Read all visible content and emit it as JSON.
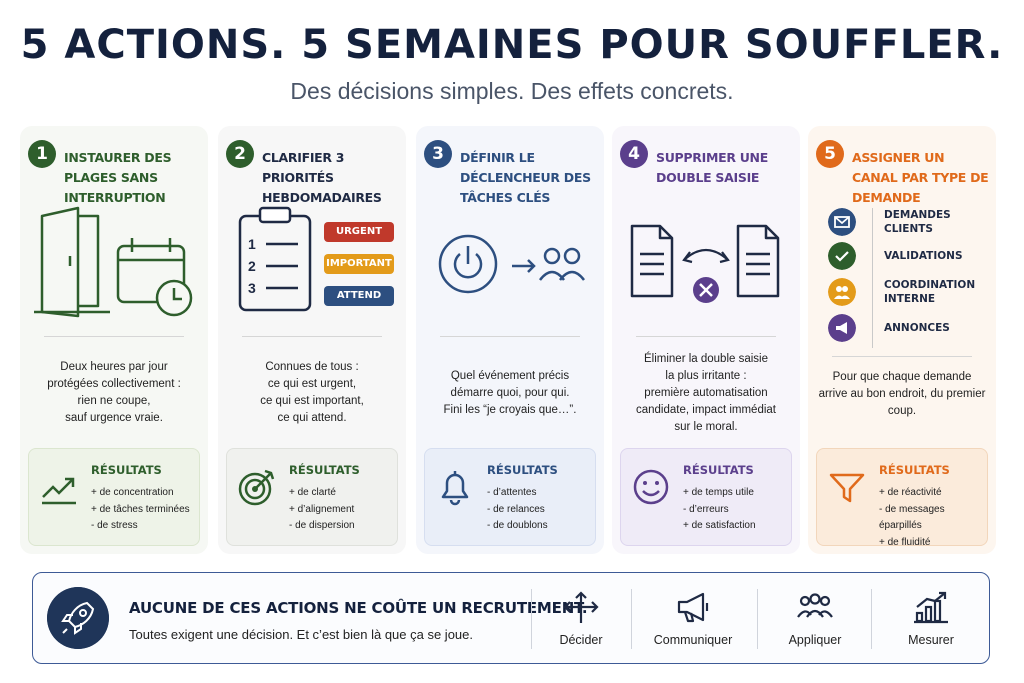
{
  "header": {
    "title": "5 ACTIONS. 5 SEMAINES POUR SOUFFLER.",
    "subtitle": "Des décisions simples. Des effets concrets."
  },
  "colors": {
    "green": "#2e5e2c",
    "navy": "#1f2a44",
    "blue": "#2d4f80",
    "purple": "#5b3f8c",
    "orange": "#e06a1b",
    "urgent": "#c0392b",
    "important": "#e39b1a",
    "attend": "#2d4f80"
  },
  "cards": [
    {
      "number": "1",
      "title": "INSTAURER DES PLAGES SANS INTERRUPTION",
      "illustration": [
        "door-icon",
        "calendar-clock-icon"
      ],
      "description": "Deux heures par jour\nprotégées collectivement :\nrien ne coupe,\nsauf urgence vraie.",
      "results_label": "RÉSULTATS",
      "results_icon": "trend-up-icon",
      "results": [
        "+ de concentration",
        "+ de tâches terminées",
        "- de stress"
      ]
    },
    {
      "number": "2",
      "title": "CLARIFIER 3 PRIORITÉS HEBDOMADAIRES",
      "illustration": [
        "clipboard-list-icon"
      ],
      "list_numbers": [
        "1",
        "2",
        "3"
      ],
      "tags": [
        "URGENT",
        "IMPORTANT",
        "ATTEND"
      ],
      "description": "Connues de tous :\nce qui est urgent,\nce qui est important,\nce qui attend.",
      "results_label": "RÉSULTATS",
      "results_icon": "target-icon",
      "results": [
        "+ de clarté",
        "+ d’alignement",
        "- de dispersion"
      ]
    },
    {
      "number": "3",
      "title": "DÉFINIR LE DÉCLENCHEUR DES TÂCHES CLÉS",
      "illustration": [
        "power-icon",
        "arrow-right-icon",
        "people-icon"
      ],
      "description": "Quel événement précis\ndémarre quoi, pour qui.\nFini les “je croyais que…”.",
      "results_label": "RÉSULTATS",
      "results_icon": "bell-icon",
      "results": [
        "- d’attentes",
        "- de relances",
        "- de doublons"
      ]
    },
    {
      "number": "4",
      "title": "SUPPRIMER UNE DOUBLE SAISIE",
      "illustration": [
        "document-icon",
        "swap-arrows-icon",
        "document-icon",
        "cancel-icon"
      ],
      "description": "Éliminer la double saisie\nla plus irritante :\npremière automatisation\ncandidate, impact immédiat\nsur le moral.",
      "results_label": "RÉSULTATS",
      "results_icon": "smiley-icon",
      "results": [
        "+ de temps utile",
        "- d’erreurs",
        "+ de satisfaction"
      ]
    },
    {
      "number": "5",
      "title": "ASSIGNER UN CANAL PAR TYPE DE DEMANDE",
      "channels": [
        {
          "label": "DEMANDES CLIENTS",
          "icon": "mail-icon",
          "color": "#2d4f80"
        },
        {
          "label": "VALIDATIONS",
          "icon": "check-icon",
          "color": "#2e5e2c"
        },
        {
          "label": "COORDINATION INTERNE",
          "icon": "group-icon",
          "color": "#e39b1a"
        },
        {
          "label": "ANNONCES",
          "icon": "megaphone-icon",
          "color": "#5b3f8c"
        }
      ],
      "description": "Pour que chaque demande\narrive au bon endroit, du premier\ncoup.",
      "results_label": "RÉSULTATS",
      "results_icon": "funnel-icon",
      "results": [
        "+ de réactivité",
        "- de messages éparpillés",
        "+ de fluidité"
      ]
    }
  ],
  "footer": {
    "icon": "rocket-icon",
    "title": "AUCUNE DE CES ACTIONS NE COÛTE UN RECRUTEMENT.",
    "subtitle": "Toutes exigent une décision. Et c’est bien là que ça se joue.",
    "actions": [
      {
        "label": "Décider",
        "icon": "directions-icon"
      },
      {
        "label": "Communiquer",
        "icon": "megaphone-icon"
      },
      {
        "label": "Appliquer",
        "icon": "team-icon"
      },
      {
        "label": "Mesurer",
        "icon": "bar-growth-icon"
      }
    ]
  }
}
